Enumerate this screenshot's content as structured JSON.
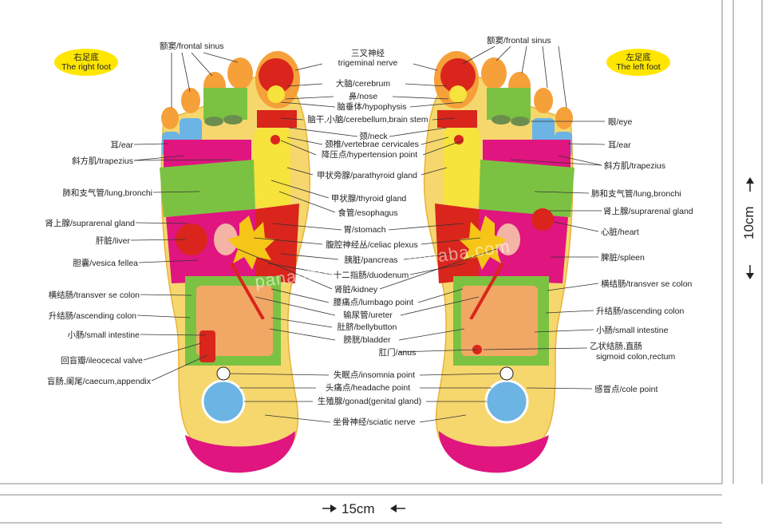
{
  "titles": {
    "right_foot_cn": "右足底",
    "right_foot_en": "The right foot",
    "left_foot_cn": "左足底",
    "left_foot_en": "The left foot"
  },
  "dimensions": {
    "width": "15cm",
    "height": "10cm"
  },
  "watermark": "pananhuayren.en.alibaba.com",
  "left_labels": [
    "额窦/frontal sinus",
    "耳/ear",
    "斜方肌/trapezius",
    "肺和支气管/lung,bronchi",
    "肾上腺/suprarenal gland",
    "肝脏/liver",
    "胆囊/vesica fellea",
    "横结肠/transver se colon",
    "升结肠/ascending colon",
    "小肠/small intestine",
    "回盲瓣/ileocecal valve",
    "盲肠,阑尾/caecum,appendix"
  ],
  "center_labels": [
    "三叉神经",
    "trigeminal nerve",
    "大脑/cerebrum",
    "鼻/nose",
    "脑垂体/hypophysis",
    "脑干,小脑/cerebellum,brain stem",
    "颈/neck",
    "颈椎/vertebrae cervicales",
    "降压点/hypertension point",
    "甲状旁腺/parathyroid gland",
    "甲状腺/thyroid gland",
    "食管/esophagus",
    "胃/stomach",
    "腹腔神经丛/celiac plexus",
    "胰脏/pancreas",
    "十二指肠/duodenum",
    "肾脏/kidney",
    "腰痛点/lumbago point",
    "输尿管/ureter",
    "肚脐/bellybutton",
    "膀胱/bladder",
    "肛门/anus",
    "失眠点/insomnia point",
    "头痛点/headache point",
    "生殖腺/gonad(genital gland)",
    "坐骨神经/sciatic nerve"
  ],
  "right_labels": [
    "额窦/frontal sinus",
    "眼/eye",
    "耳/ear",
    "斜方肌/trapezius",
    "肺和支气管/lung,bronchi",
    "肾上腺/suprarenal gland",
    "心脏/heart",
    "脾脏/spleen",
    "横结肠/transver se colon",
    "升结肠/ascending colon",
    "小肠/small intestine",
    "乙状结肠,直肠",
    "sigmoid colon,rectum",
    "感冒点/cole point"
  ],
  "colors": {
    "foot_skin": "#f5d76e",
    "toe_orange": "#f6a03a",
    "organ_red": "#d9251c",
    "magenta": "#e0157f",
    "green": "#7cc242",
    "yellow": "#f6e33b",
    "blue": "#6cb4e4",
    "oval": "#ffe600"
  }
}
